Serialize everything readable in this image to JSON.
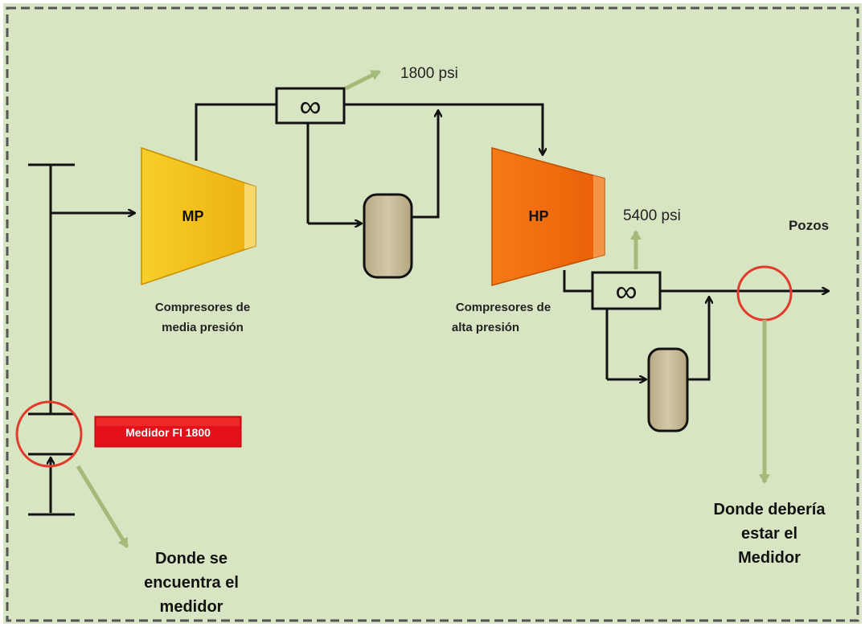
{
  "compressors": {
    "mp": {
      "label": "MP",
      "caption_line1": "Compresores de",
      "caption_line2": "media presión"
    },
    "hp": {
      "label": "HP",
      "caption_line1": "Compresores de",
      "caption_line2": "alta presión"
    }
  },
  "pressures": {
    "first": "1800 psi",
    "second": "5400 psi"
  },
  "outlet": {
    "label": "Pozos"
  },
  "meter_badge": {
    "label": "Medidor FI 1800"
  },
  "annotations": {
    "current": {
      "line1": "Donde se",
      "line2": "encuentra el",
      "line3": "medidor"
    },
    "should_be": {
      "line1": "Donde debería",
      "line2": "estar el",
      "line3": "Medidor"
    }
  },
  "colors": {
    "background": "#d8e5c2",
    "border": "#555555",
    "mp_fill": "#f4c21a",
    "hp_fill": "#f46d0e",
    "vessel_fill": "#c7b998",
    "arrow_green": "#a4ba78",
    "highlight_red": "#e23a2c",
    "badge_red": "#e5101a"
  }
}
